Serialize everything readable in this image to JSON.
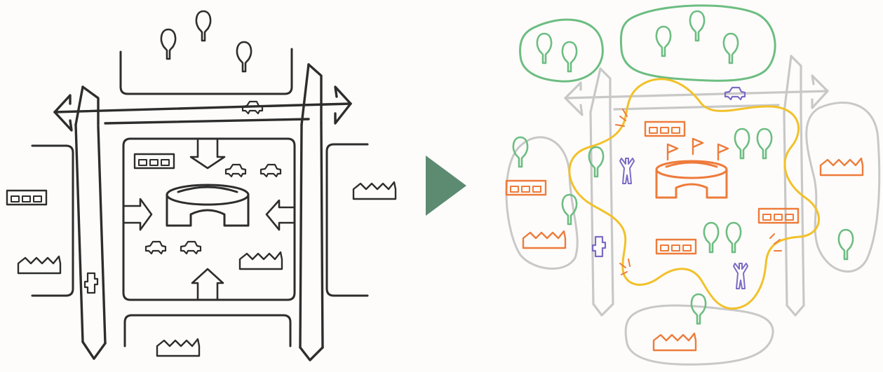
{
  "diagram": {
    "title": "",
    "panels": [
      {
        "id": "before",
        "description_icon": "car-centric-stadium-district"
      },
      {
        "id": "after",
        "description_icon": "mixed-use-stadium-district"
      }
    ],
    "transition_icon": "right-arrow-icon",
    "colors": {
      "ink": "#2d2d2d",
      "arrow": "#5c8b72",
      "green": "#6dbd82",
      "grey": "#c8c8c8",
      "orange": "#ee7b3b",
      "yellow": "#f2c12a",
      "purple": "#7b6cc5"
    }
  }
}
